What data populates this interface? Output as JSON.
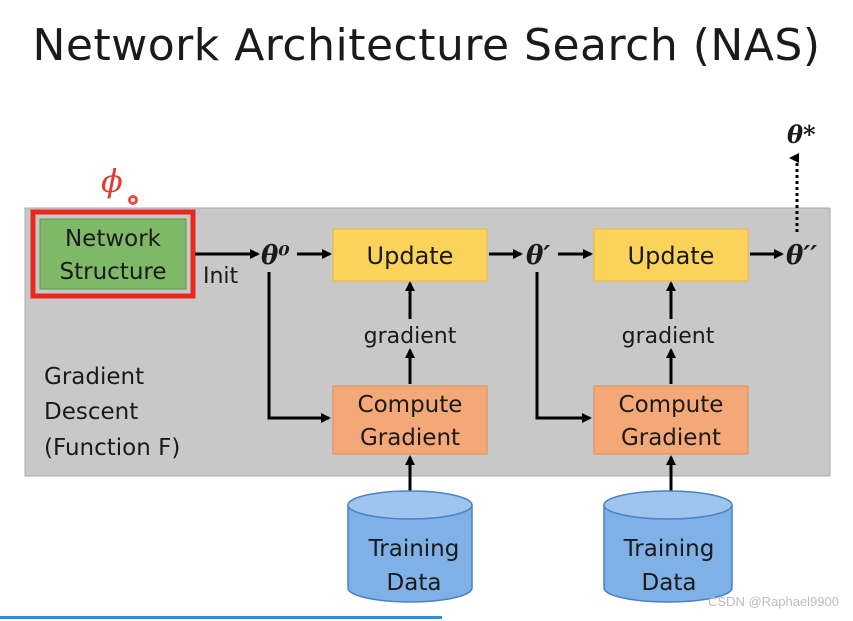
{
  "title": "Network Architecture Search (NAS)",
  "phi": "ϕ",
  "theta_star": "θ*",
  "network_structure": [
    "Network",
    "Structure"
  ],
  "init": "Init",
  "theta0": "θ⁰",
  "update1": "Update",
  "theta1": "θ′",
  "update2": "Update",
  "theta2": "θ′′",
  "gradient1": "gradient",
  "gradient2": "gradient",
  "compute1": [
    "Compute",
    "Gradient"
  ],
  "compute2": [
    "Compute",
    "Gradient"
  ],
  "training1": [
    "Training",
    "Data"
  ],
  "training2": [
    "Training",
    "Data"
  ],
  "gd_label": [
    "Gradient",
    "Descent",
    "(Function F)"
  ],
  "watermark": "CSDN @Raphael9900",
  "colors": {
    "panel": "#c8c8c8",
    "network_fill": "#7fb968",
    "highlight": "#e8291c",
    "update_fill": "#fcd35a",
    "compute_fill": "#f4a878",
    "db_fill": "#7fb0e6",
    "db_stroke": "#4a82c5",
    "phi": "#e53a2a"
  }
}
